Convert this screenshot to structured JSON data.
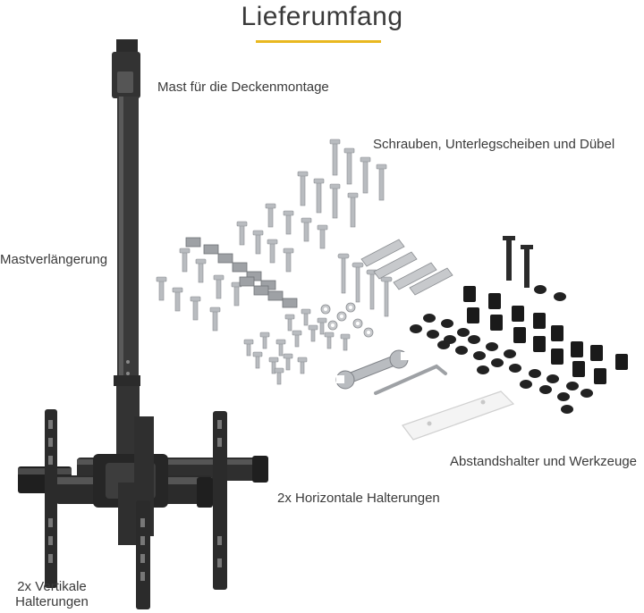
{
  "title": "Lieferumfang",
  "labels": {
    "mast": "Mast für die Deckenmontage",
    "screws": "Schrauben, Unterlegscheiben und Dübel",
    "extension": "Mastverlängerung",
    "spacers": "Abstandshalter und Werkzeuge",
    "horizontal": "2x Horizontale Halterungen",
    "vertical_line1": "2x Vertikale",
    "vertical_line2": "Halterungen"
  },
  "colors": {
    "accent": "#e9b820",
    "metal_dark": "#2b2b2b",
    "steel": "#b9bcc0"
  }
}
